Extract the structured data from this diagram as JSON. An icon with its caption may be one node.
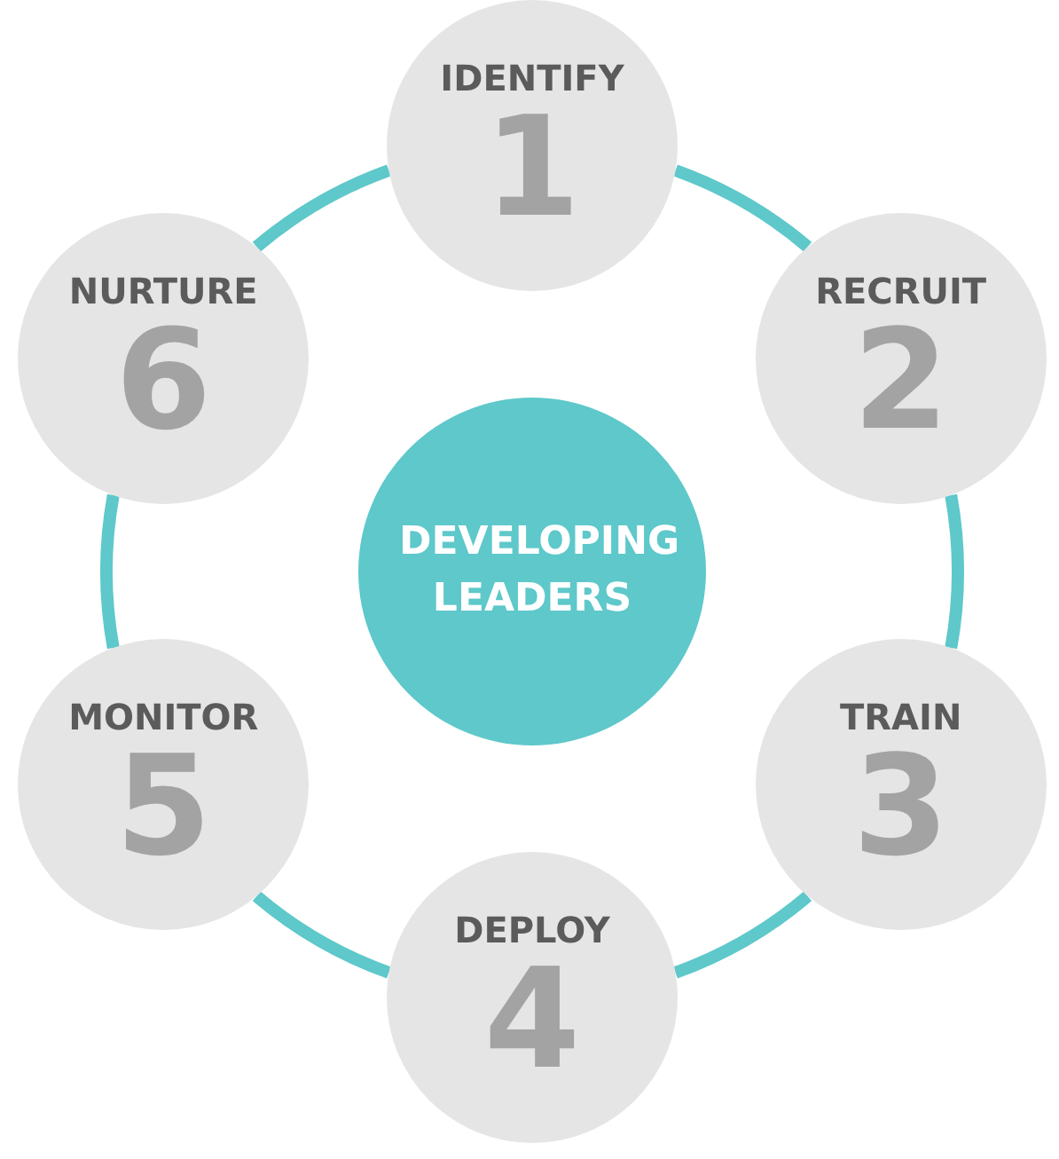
{
  "diagram": {
    "nodes": [
      {
        "text": [
          "DEVELOPING LEADERS"
        ]
      },
      {
        "text": [
          "IDENTIFY",
          "1"
        ]
      },
      {
        "text": [
          "RECRUIT",
          "2"
        ]
      },
      {
        "text": [
          "TRAIN",
          "3"
        ]
      },
      {
        "text": [
          "DEPLOY",
          "4"
        ]
      },
      {
        "text": [
          "MONITOR",
          "5"
        ]
      },
      {
        "text": [
          "NURTURE",
          "6"
        ]
      }
    ],
    "edges": [
      {
        "from": 1,
        "to": 2,
        "arrow": "none"
      },
      {
        "from": 2,
        "to": 3,
        "arrow": "none"
      },
      {
        "from": 3,
        "to": 4,
        "arrow": "none"
      },
      {
        "from": 4,
        "to": 5,
        "arrow": "none"
      },
      {
        "from": 5,
        "to": 6,
        "arrow": "none"
      },
      {
        "from": 6,
        "to": 1,
        "arrow": "none"
      }
    ]
  }
}
